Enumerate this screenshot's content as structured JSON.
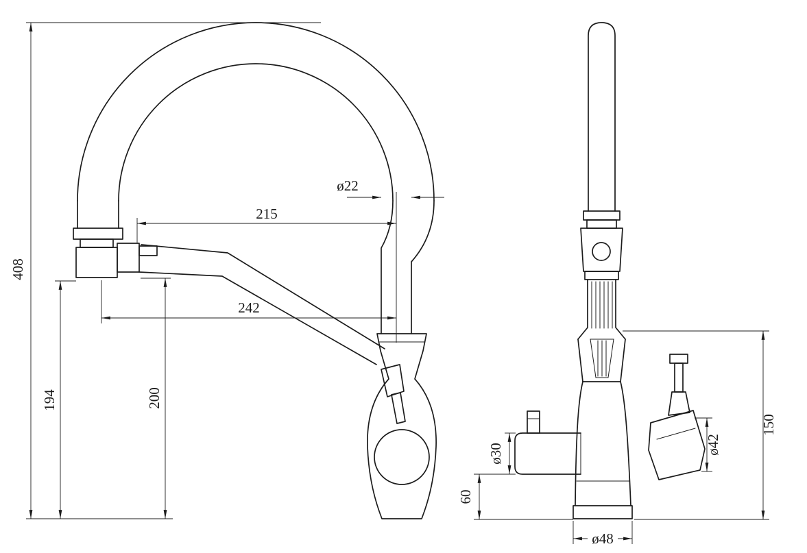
{
  "drawing": {
    "kind": "technical-drawing-two-views",
    "subject": "kitchen faucet with filter channel",
    "front_view": {
      "overall_height": "408",
      "spout_reach_top": "215",
      "arm_reach": "242",
      "left_height": "194",
      "arm_height": "200",
      "hose_diameter": "ø22"
    },
    "side_view": {
      "left_handle_diameter": "ø30",
      "right_handle_diameter": "ø42",
      "base_diameter": "ø48",
      "handle_base_height": "60",
      "body_height": "150"
    }
  }
}
